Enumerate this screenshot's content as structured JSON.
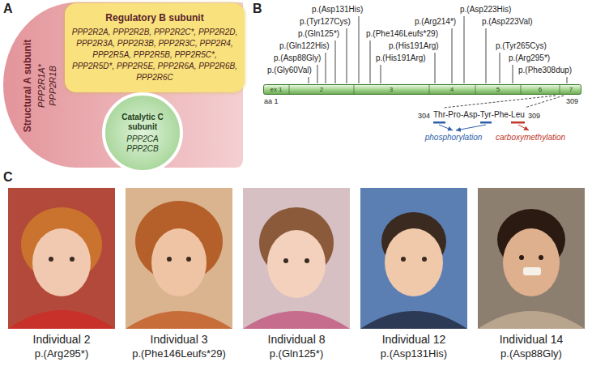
{
  "diagram": {
    "nodes": [
      {
        "text": [
          "Structural A subunit",
          "PPP2R1A*",
          "PPP2R1B"
        ]
      },
      {
        "text": [
          "Regulatory B subunit",
          "PPP2R2A, PPP2R2B, PPP2R2C*, PPP2R2D, PPP2R3A, PPP2R3B, PPP2R3C, PPP2R4, PPP2R5A, PPP2R5B, PPP2R5C*, PPP2R5D*, PPP2R5E, PPP2R6A, PPP2R6B, PPP2R6C"
        ]
      },
      {
        "text": [
          "Catalytic C subunit",
          "PPP2CA",
          "PPP2CB"
        ]
      },
      {
        "text": [
          "ex 1",
          "2",
          "3",
          "4",
          "5",
          "6",
          "7"
        ]
      }
    ],
    "labels": [
      "A",
      "B",
      "p.(Gly60Val)",
      "p.(Asp88Gly)",
      "p.(Gln122His)",
      "p.(Gln125*)",
      "p.(Tyr127Cys)",
      "p.(Asp131His)",
      "p.(Phe146Leufs*29)",
      "p.(His191Arg)",
      "p.(His191Arg)",
      "p.(Arg214*)",
      "p.(Asp223His)",
      "p.(Asp223Val)",
      "p.(Tyr265Cys)",
      "p.(Arg295*)",
      "p.(Phe308dup)",
      "aa 1",
      "309",
      "304",
      "Thr-Pro-Asp-Tyr-Phe-Leu",
      "309",
      "phosphorylation",
      "carboxymethylation",
      "C",
      "Individual 2",
      "p.(Arg295*)",
      "Individual 3",
      "p.(Phe146Leufs*29)",
      "Individual 8",
      "p.(Gln125*)",
      "Individual 12",
      "p.(Asp131His)",
      "Individual 14",
      "p.(Asp88Gly)"
    ]
  }
}
